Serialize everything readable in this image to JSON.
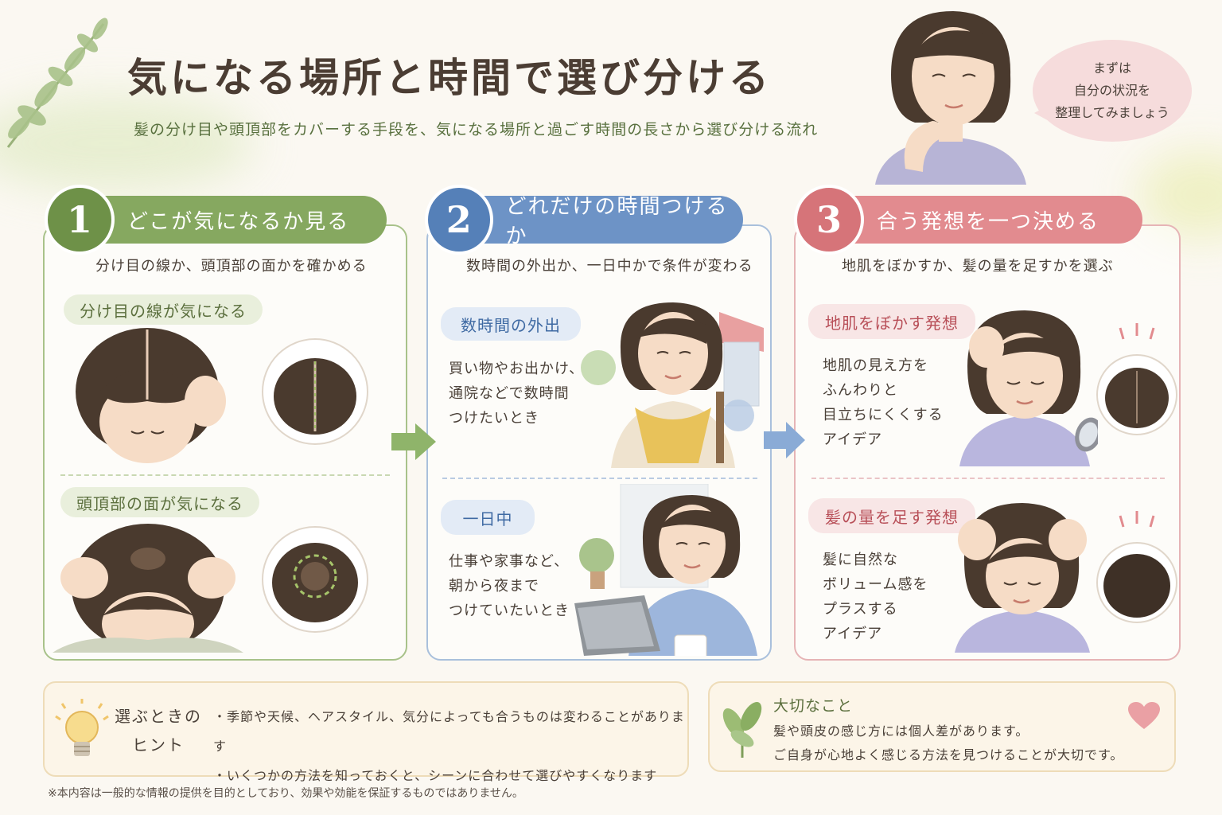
{
  "title": "気になる場所と時間で選び分ける",
  "subtitle": "髪の分け目や頭頂部をカバーする手段を、気になる場所と過ごす時間の長さから選び分ける流れ",
  "speech": [
    "まずは",
    "自分の状況を",
    "整理してみましょう"
  ],
  "steps": [
    {
      "num": "1",
      "heading": "どこが気になるか見る",
      "lead": "分け目の線か、頭頂部の面かを確かめる",
      "items": [
        {
          "tag": "分け目の線が気になる"
        },
        {
          "tag": "頭頂部の面が気になる"
        }
      ]
    },
    {
      "num": "2",
      "heading": "どれだけの時間つけるか",
      "lead": "数時間の外出か、一日中かで条件が変わる",
      "items": [
        {
          "tag": "数時間の外出",
          "lines": [
            "買い物やお出かけ、",
            "通院などで数時間",
            "つけたいとき"
          ]
        },
        {
          "tag": "一日中",
          "lines": [
            "仕事や家事など、",
            "朝から夜まで",
            "つけていたいとき"
          ]
        }
      ]
    },
    {
      "num": "3",
      "heading": "合う発想を一つ決める",
      "lead": "地肌をぼかすか、髪の量を足すかを選ぶ",
      "items": [
        {
          "tag": "地肌をぼかす発想",
          "lines": [
            "地肌の見え方を",
            "ふんわりと",
            "目立ちにくくする",
            "アイデア"
          ]
        },
        {
          "tag": "髪の量を足す発想",
          "lines": [
            "髪に自然な",
            "ボリューム感を",
            "プラスする",
            "アイデア"
          ]
        }
      ]
    }
  ],
  "hint": {
    "label": [
      "選ぶときの",
      "ヒント"
    ],
    "bullets": [
      "・季節や天候、ヘアスタイル、気分によっても合うものは変わることがあります",
      "・いくつかの方法を知っておくと、シーンに合わせて選びやすくなります"
    ]
  },
  "note": {
    "heading": "大切なこと",
    "lines": [
      "髪や頭皮の感じ方には個人差があります。",
      "ご自身が心地よく感じる方法を見つけることが大切です。"
    ]
  },
  "footnote": "※本内容は一般的な情報の提供を目的としており、効果や効能を保証するものではありません。",
  "colors": {
    "green": "#86a860",
    "blue": "#6d93c6",
    "pink": "#e28b8f",
    "hair": "#4a3a2e",
    "skin": "#f6dcc6"
  },
  "icons": [
    "leaf-branch-icon",
    "lightbulb-icon",
    "sprout-icon",
    "heart-icon",
    "arrow-right-icon"
  ]
}
